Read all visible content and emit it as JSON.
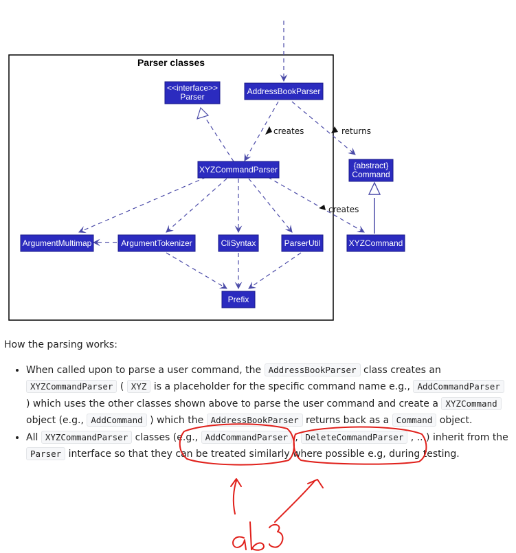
{
  "diagram": {
    "frame_title": "Parser classes",
    "classes": {
      "parser_stereotype": "<<interface>>",
      "parser": "Parser",
      "address_book_parser": "AddressBookParser",
      "xyz_command_parser": "XYZCommandParser",
      "command_stereotype": "{abstract}",
      "command": "Command",
      "argument_multimap": "ArgumentMultimap",
      "argument_tokenizer": "ArgumentTokenizer",
      "cli_syntax": "CliSyntax",
      "parser_util": "ParserUtil",
      "xyz_command": "XYZCommand",
      "prefix": "Prefix"
    },
    "labels": {
      "creates_parser": "creates",
      "returns": "returns",
      "creates_command": "creates"
    },
    "colors": {
      "class_fill": "#2b2bbf",
      "edge": "#4b4ba8",
      "annotation": "#e0201b"
    }
  },
  "prose": {
    "intro": "How the parsing works:",
    "bullet1": {
      "t1": "When called upon to parse a user command, the ",
      "c1": "AddressBookParser",
      "t2": " class creates an ",
      "c2": "XYZCommandParser",
      "t3": " ( ",
      "c3": "XYZ",
      "t4": " is a placeholder for the specific command name e.g., ",
      "c4": "AddCommandParser",
      "t5": " ) which uses the other classes shown above to parse the user command and create a ",
      "c5": "XYZCommand",
      "t6": " object (e.g., ",
      "c6": "AddCommand",
      "t7": " ) which the ",
      "c7": "AddressBookParser",
      "t8": " returns back as a ",
      "c8": "Command",
      "t9": " object."
    },
    "bullet2": {
      "t1": "All ",
      "c1": "XYZCommandParser",
      "t2": " classes (e.g., ",
      "c2": "AddCommandParser",
      "t3": " , ",
      "c3": "DeleteCommandParser",
      "t4": " , ...) inherit from the ",
      "c4": "Parser",
      "t5": " interface so that they can be treated similarly where possible e.g, during testing."
    }
  },
  "annotation": {
    "handwriting": "ab3"
  }
}
